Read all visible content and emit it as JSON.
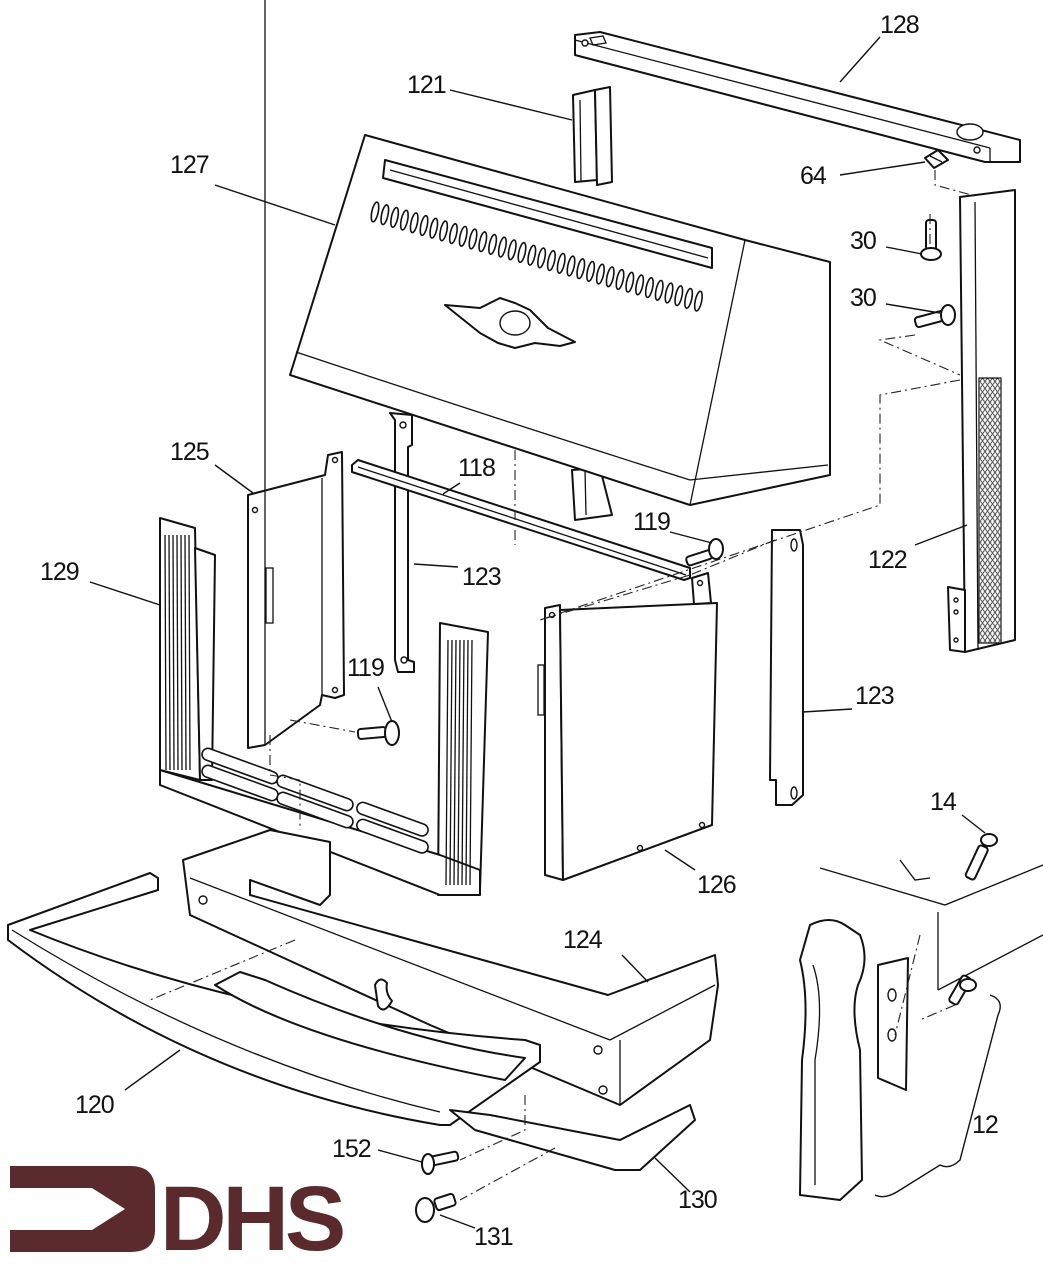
{
  "diagram": {
    "type": "exploded-parts-diagram",
    "subject": "Stove hood / front assembly",
    "callouts": [
      {
        "id": "128",
        "label": "128",
        "part": "top rail"
      },
      {
        "id": "121",
        "label": "121",
        "part": "rear upright channel"
      },
      {
        "id": "127",
        "label": "127",
        "part": "front hood panel with vent slots and ornament"
      },
      {
        "id": "64",
        "label": "64",
        "part": "clip nut"
      },
      {
        "id": "30a",
        "label": "30",
        "part": "screw (upper)"
      },
      {
        "id": "30b",
        "label": "30",
        "part": "screw (lower)"
      },
      {
        "id": "125",
        "label": "125",
        "part": "left side panel"
      },
      {
        "id": "118",
        "label": "118",
        "part": "cross bar"
      },
      {
        "id": "119a",
        "label": "119",
        "part": "screw (right)"
      },
      {
        "id": "129",
        "label": "129",
        "part": "front frame with side louvres"
      },
      {
        "id": "123a",
        "label": "123",
        "part": "vertical bracket (center)"
      },
      {
        "id": "119b",
        "label": "119",
        "part": "screw (left)"
      },
      {
        "id": "122",
        "label": "122",
        "part": "right perforated side grille"
      },
      {
        "id": "123b",
        "label": "123",
        "part": "vertical bracket (right)"
      },
      {
        "id": "126",
        "label": "126",
        "part": "right side panel"
      },
      {
        "id": "14",
        "label": "14",
        "part": "leg screw"
      },
      {
        "id": "124",
        "label": "124",
        "part": "base / ash pan housing"
      },
      {
        "id": "120",
        "label": "120",
        "part": "front curved rail"
      },
      {
        "id": "12",
        "label": "12",
        "part": "leg assembly"
      },
      {
        "id": "152",
        "label": "152",
        "part": "screw"
      },
      {
        "id": "130",
        "label": "130",
        "part": "ash lip / front apron"
      },
      {
        "id": "131",
        "label": "131",
        "part": "knob / stud"
      }
    ]
  },
  "logo": {
    "text": "DHS",
    "icon": "arrow-bracket-icon",
    "color": "#5a2a2c"
  },
  "colors": {
    "background": "#ffffff",
    "line": "#111111"
  }
}
